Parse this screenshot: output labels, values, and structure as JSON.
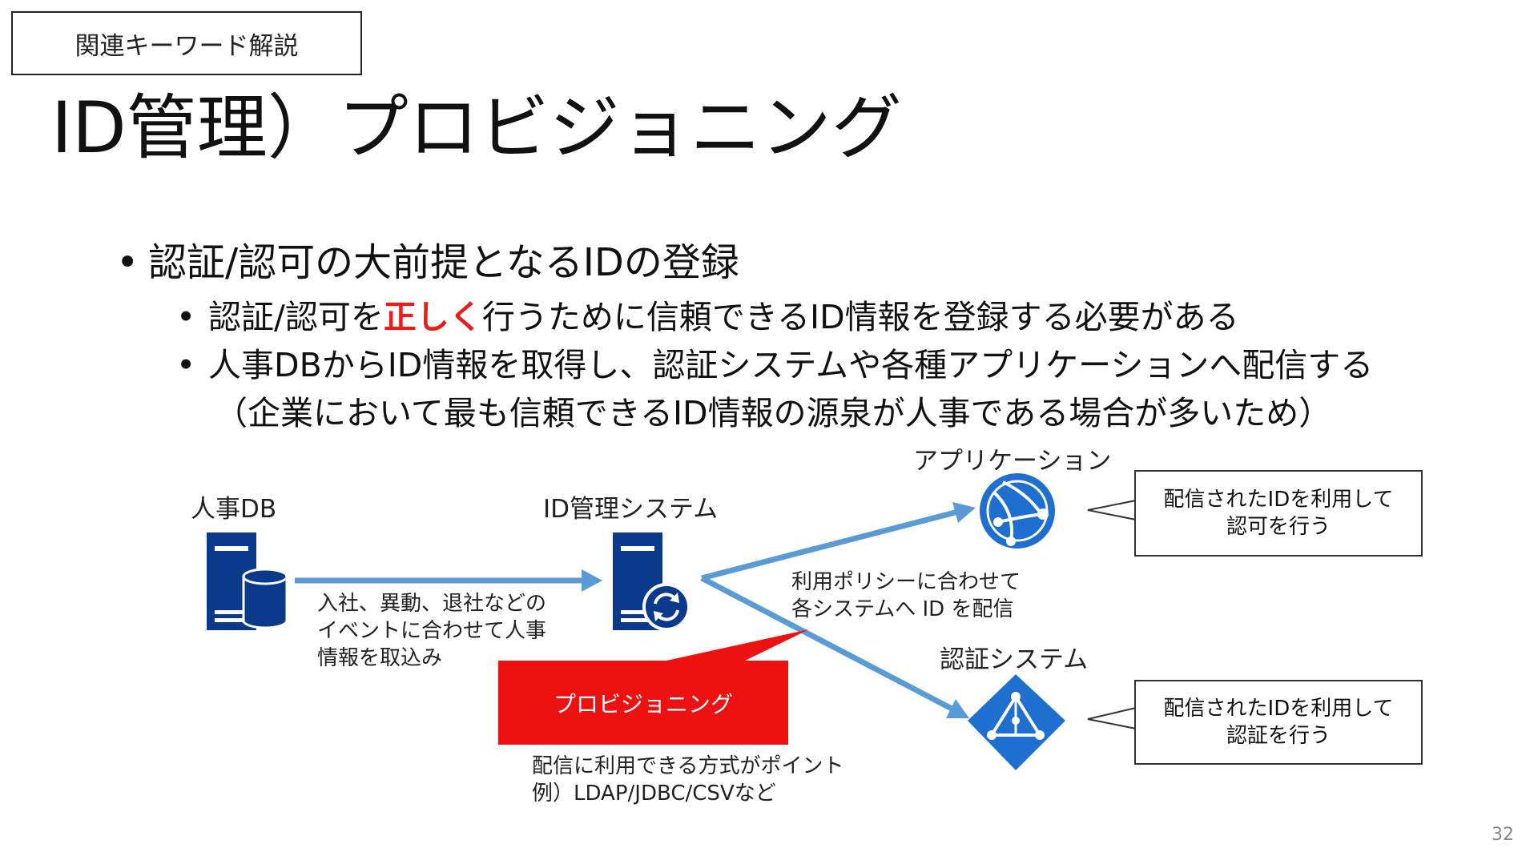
{
  "tag": "関連キーワード解説",
  "title": "ID管理）プロビジョニング",
  "bullets": {
    "main": "認証/認可の大前提となるIDの登録",
    "sub1_pre": "認証/認可を",
    "sub1_emph": "正しく",
    "sub1_post": "行うために信頼できるID情報を登録する必要がある",
    "sub2": "人事DBからID情報を取得し、認証システムや各種アプリケーションへ配信する",
    "sub2_cont": "（企業において最も信頼できるID情報の源泉が人事である場合が多いため）"
  },
  "diagram": {
    "hr_db_label": "人事DB",
    "idm_label": "ID管理システム",
    "app_label": "アプリケーション",
    "auth_label": "認証システム",
    "import_note": [
      "入社、異動、退社などの",
      "イベントに合わせて人事",
      "情報を取込み"
    ],
    "distribute_note": [
      "利用ポリシーに合わせて",
      "各システムへ ID を配信"
    ],
    "provisioning": "プロビジョニング",
    "method_note": [
      "配信に利用できる方式がポイント",
      "例）LDAP/JDBC/CSVなど"
    ],
    "app_callout": [
      "配信されたIDを利用して",
      "認可を行う"
    ],
    "auth_callout": [
      "配信されたIDを利用して",
      "認証を行う"
    ]
  },
  "colors": {
    "icon_navy": "#0b3a8c",
    "arrow_blue": "#5b9bd5",
    "accent_red": "#ee1111",
    "azure_blue": "#1e6fd0"
  },
  "page_number": "32"
}
